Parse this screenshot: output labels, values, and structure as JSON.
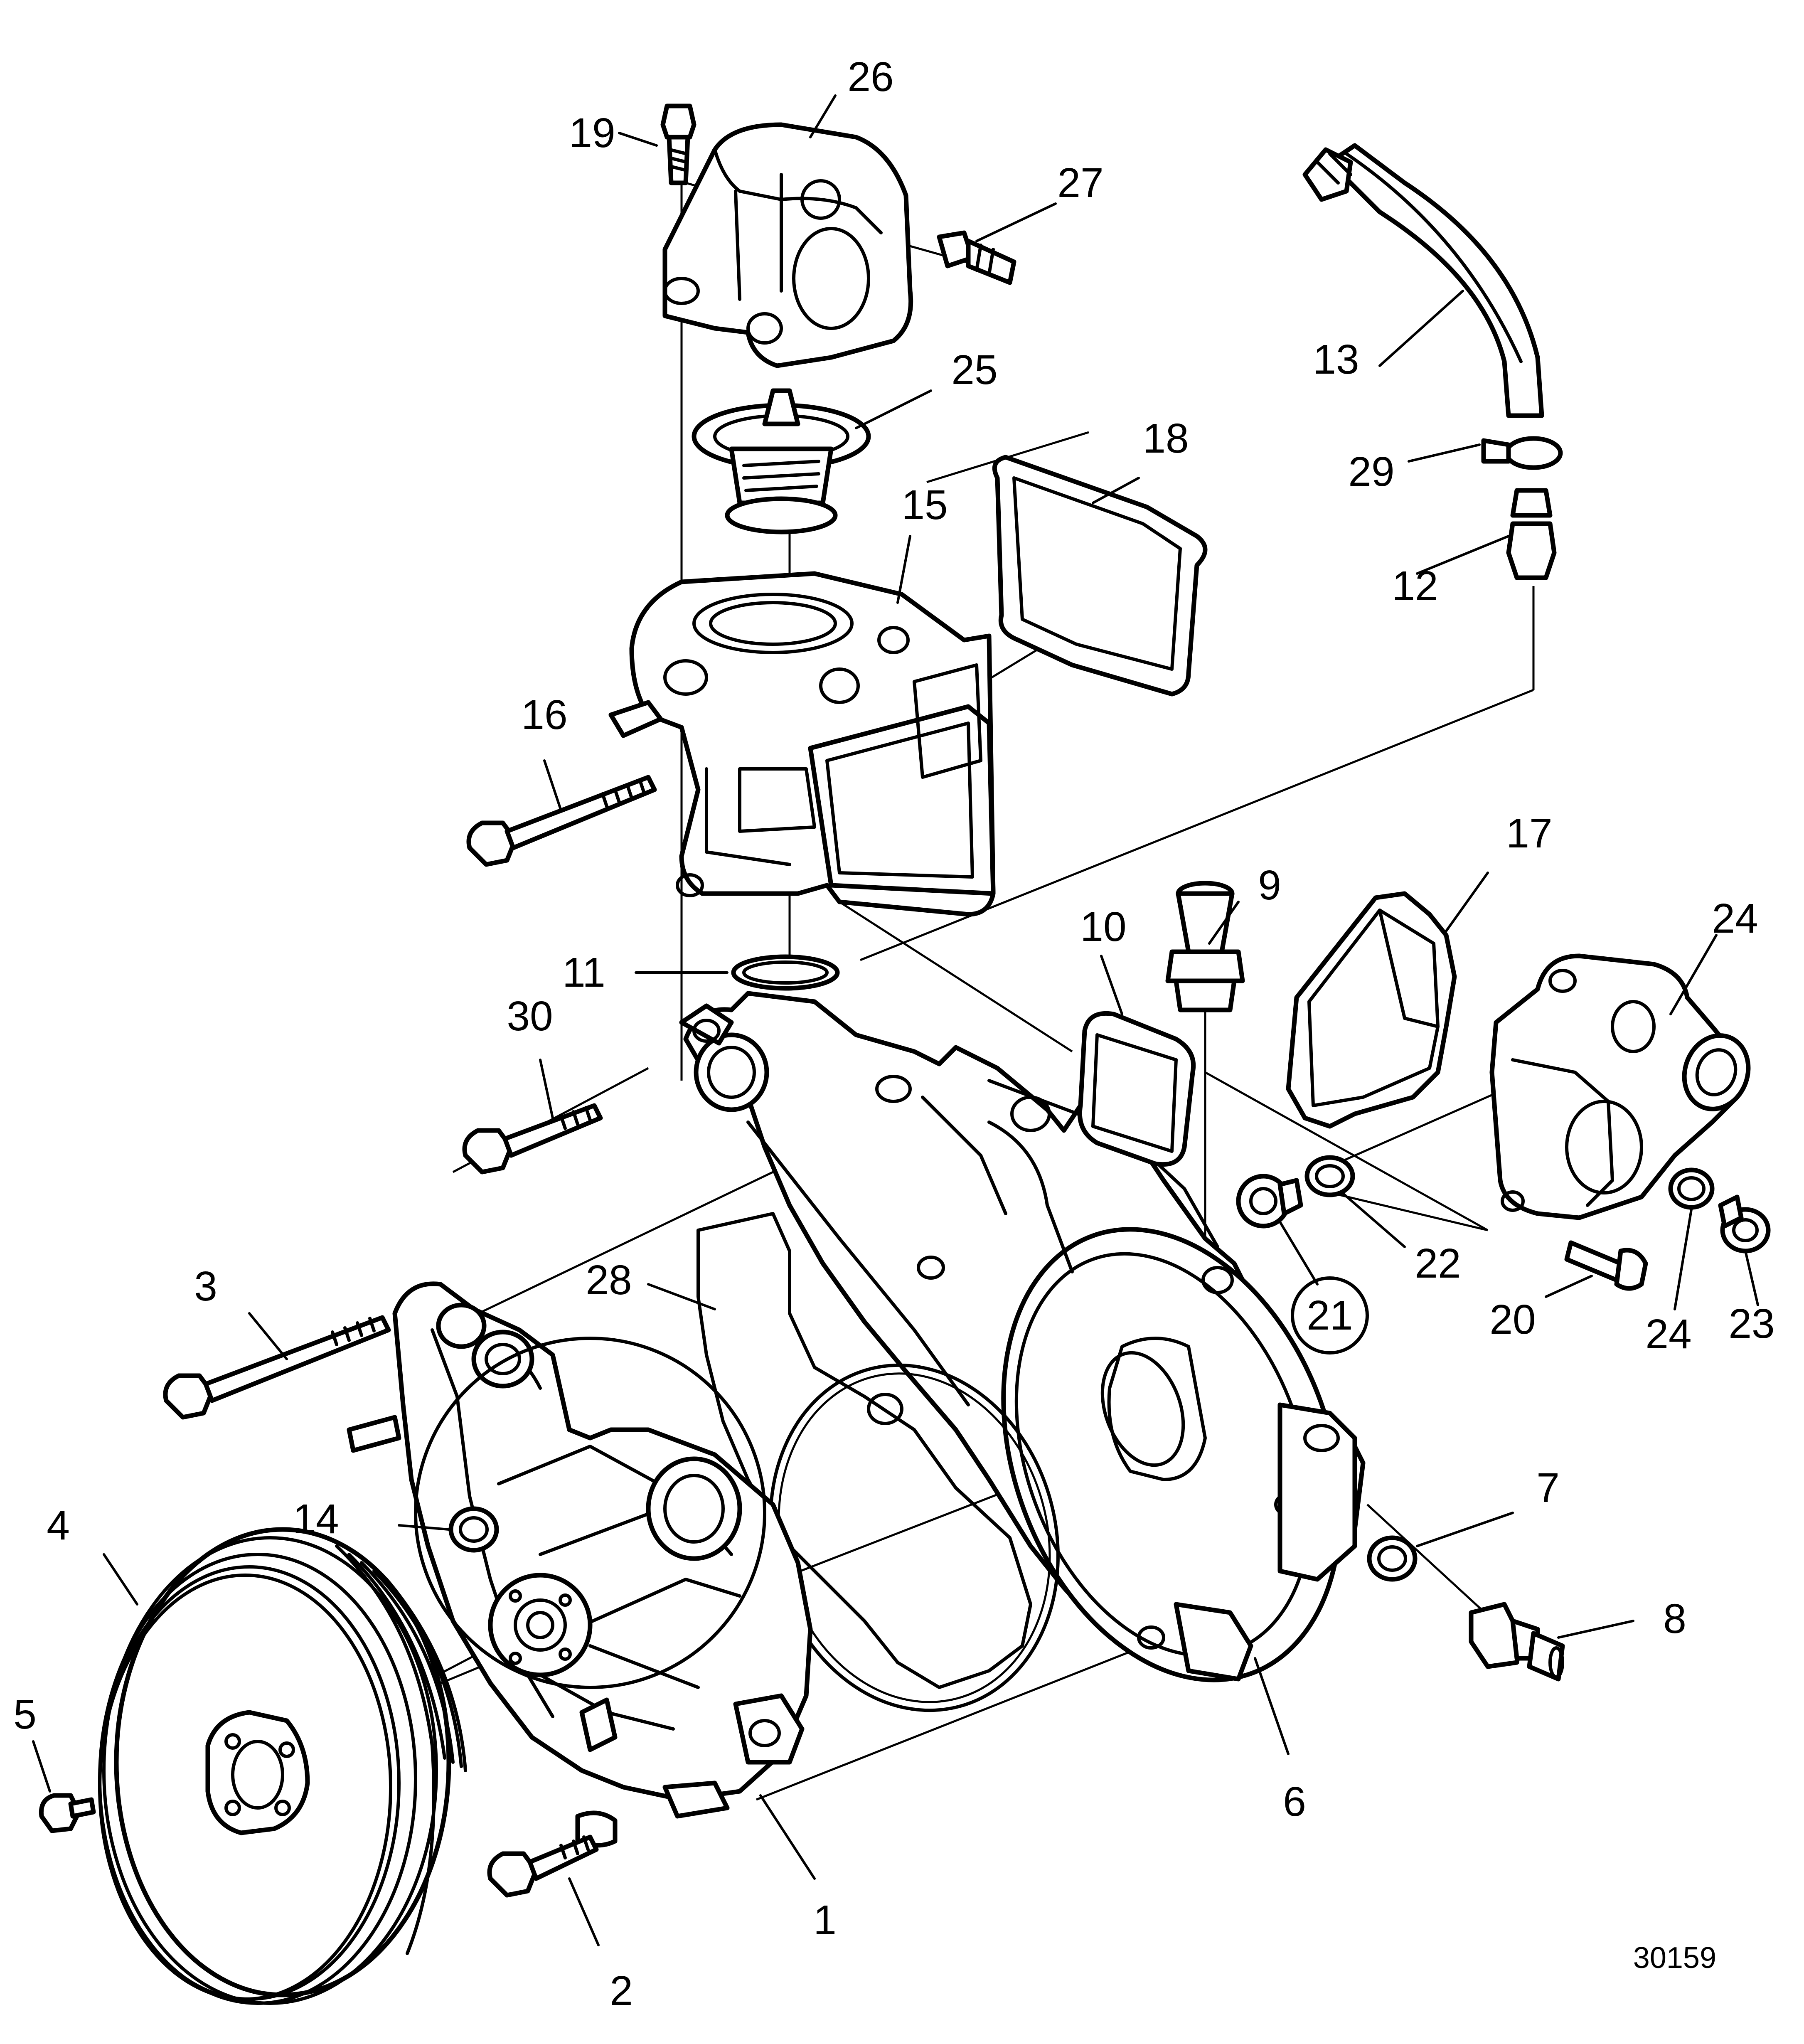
{
  "figure": {
    "number": "30159",
    "colors": {
      "ink": "#000000",
      "paper": "#ffffff"
    }
  },
  "callouts": [
    {
      "id": "1",
      "label": "1",
      "part": "water-pump-housing"
    },
    {
      "id": "2",
      "label": "2",
      "part": "pump-bolt"
    },
    {
      "id": "3",
      "label": "3",
      "part": "long-bolt"
    },
    {
      "id": "4",
      "label": "4",
      "part": "pulley"
    },
    {
      "id": "5",
      "label": "5",
      "part": "pulley-bolt"
    },
    {
      "id": "6",
      "label": "6",
      "part": "thermostat-housing-body"
    },
    {
      "id": "7",
      "label": "7",
      "part": "sensor-o-ring"
    },
    {
      "id": "8",
      "label": "8",
      "part": "temperature-sensor"
    },
    {
      "id": "9",
      "label": "9",
      "part": "hose-nipple"
    },
    {
      "id": "10",
      "label": "10",
      "part": "square-gasket"
    },
    {
      "id": "11",
      "label": "11",
      "part": "o-ring"
    },
    {
      "id": "12",
      "label": "12",
      "part": "pipe-fitting"
    },
    {
      "id": "13",
      "label": "13",
      "part": "coolant-hose"
    },
    {
      "id": "14",
      "label": "14",
      "part": "plug"
    },
    {
      "id": "15",
      "label": "15",
      "part": "thermostat-housing"
    },
    {
      "id": "16",
      "label": "16",
      "part": "housing-bolt"
    },
    {
      "id": "17",
      "label": "17",
      "part": "cover-gasket"
    },
    {
      "id": "18",
      "label": "18",
      "part": "flange-gasket"
    },
    {
      "id": "19",
      "label": "19",
      "part": "cover-bolt"
    },
    {
      "id": "20",
      "label": "20",
      "part": "flange-bolt"
    },
    {
      "id": "21",
      "label": "21",
      "part": "drain-plug",
      "circled": true
    },
    {
      "id": "22",
      "label": "22",
      "part": "sealing-washer"
    },
    {
      "id": "23",
      "label": "23",
      "part": "plug-screw"
    },
    {
      "id": "24a",
      "label": "24",
      "part": "outlet-flange"
    },
    {
      "id": "24b",
      "label": "24",
      "part": "outlet-o-ring"
    },
    {
      "id": "25",
      "label": "25",
      "part": "thermostat"
    },
    {
      "id": "26",
      "label": "26",
      "part": "thermostat-cover"
    },
    {
      "id": "27",
      "label": "27",
      "part": "bleed-nipple"
    },
    {
      "id": "28",
      "label": "28",
      "part": "pump-gasket"
    },
    {
      "id": "29",
      "label": "29",
      "part": "hose-clamp"
    },
    {
      "id": "30",
      "label": "30",
      "part": "adapter-bolt"
    }
  ]
}
